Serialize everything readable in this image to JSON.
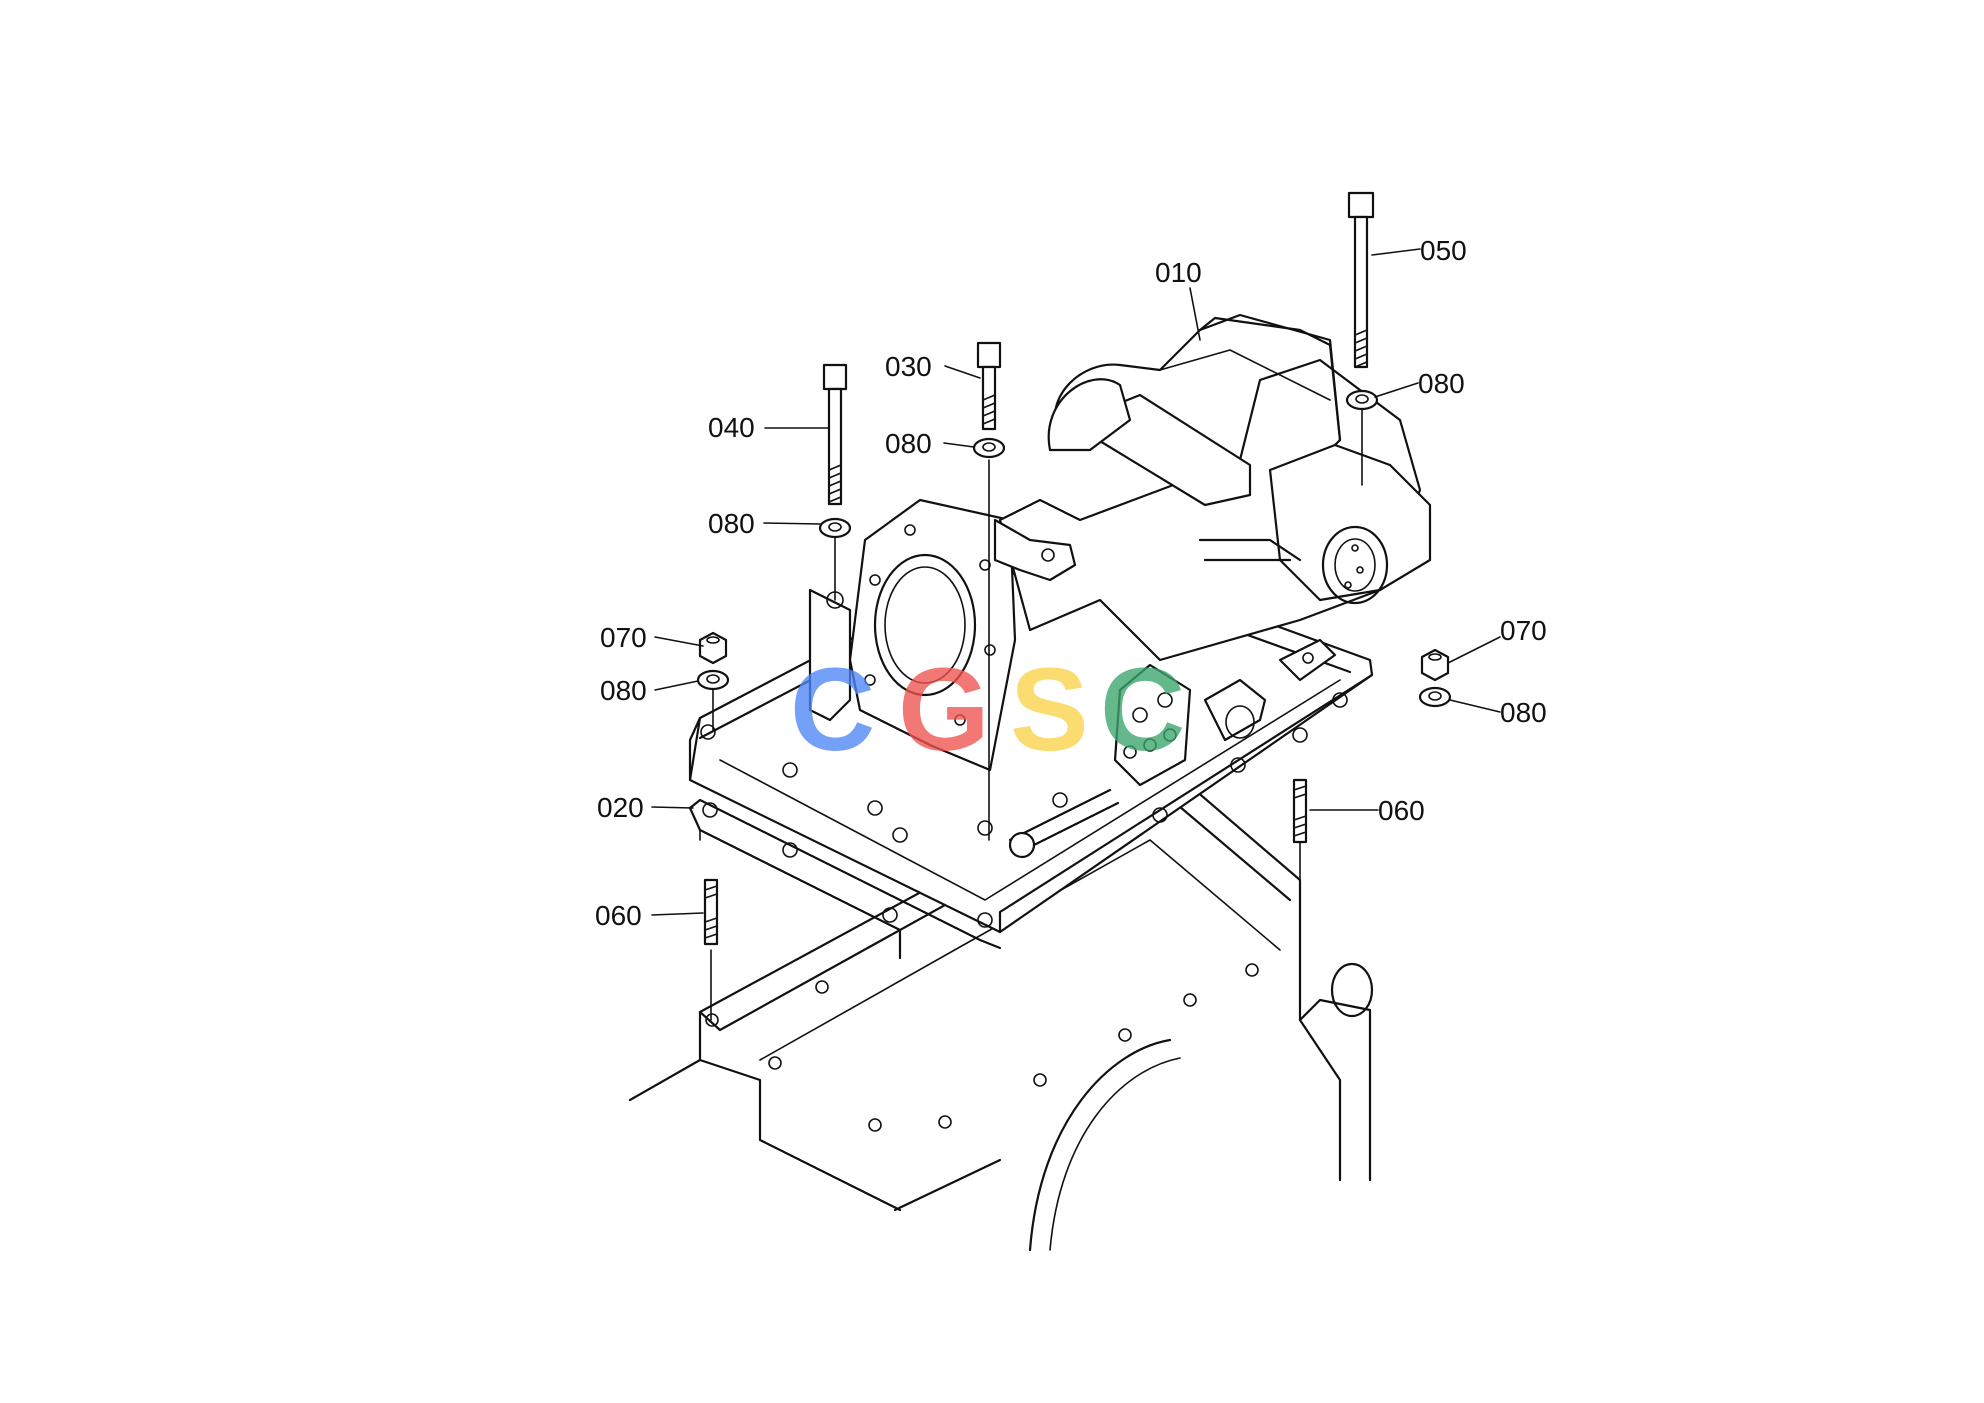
{
  "labels": {
    "p010": "010",
    "p020": "020",
    "p030": "030",
    "p040": "040",
    "p050": "050",
    "p060_right": "060",
    "p060_left": "060",
    "p070_left": "070",
    "p070_right": "070",
    "p080_030": "080",
    "p080_040": "080",
    "p080_050": "080",
    "p080_left": "080",
    "p080_right": "080"
  },
  "watermark": {
    "letters": [
      "C",
      "G",
      "S",
      "C"
    ],
    "colors": [
      "#4f86f7",
      "#ef5350",
      "#f9d34a",
      "#3aa56b"
    ]
  }
}
